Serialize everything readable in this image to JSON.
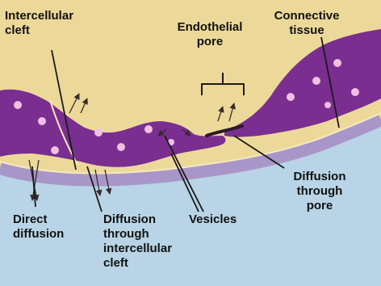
{
  "labels": {
    "intercellular_cleft": [
      "Intercellular",
      "cleft"
    ],
    "endothelial_pore": [
      "Endothelial",
      "pore"
    ],
    "connective_tissue": [
      "Connective",
      "tissue"
    ],
    "diffusion_through_pore": [
      "Diffusion",
      "through",
      "pore"
    ],
    "direct_diffusion": [
      "Direct",
      "diffusion"
    ],
    "diffusion_through_cleft": [
      "Diffusion",
      "through",
      "intercellular",
      "cleft"
    ],
    "vesicles": "Vesicles"
  },
  "colors": {
    "connective_tissue": "#ecd99a",
    "endothelial_cytoplasm": "#7a2e90",
    "nucleus_vesicle": "#f2c0e2",
    "basement_membrane": "#a996c8",
    "lumen": "#b8d4e6",
    "pore_membrane": "#2a1a2a",
    "line": "#1a1a1a"
  }
}
